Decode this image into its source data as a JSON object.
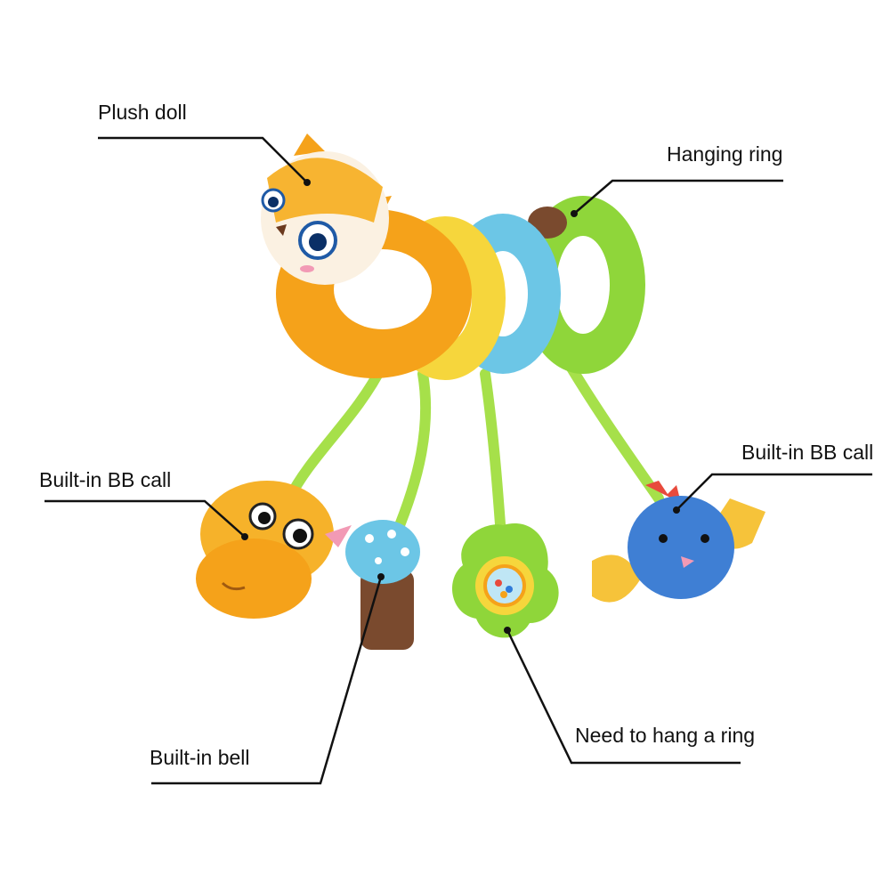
{
  "annotations": [
    {
      "id": "plush-doll",
      "text": "Plush doll"
    },
    {
      "id": "hanging-ring",
      "text": "Hanging ring"
    },
    {
      "id": "builtin-bb-call-left",
      "text": "Built-in BB call"
    },
    {
      "id": "builtin-bb-call-right",
      "text": "Built-in BB call"
    },
    {
      "id": "builtin-bell",
      "text": "Built-in bell"
    },
    {
      "id": "need-to-hang-ring",
      "text": "Need to hang a ring"
    }
  ],
  "colors": {
    "background": "#ffffff",
    "orange": "#f5a21a",
    "yellow": "#f6d63c",
    "blue": "#6cc6e6",
    "green": "#8fd63a",
    "brown": "#7a4a2e",
    "leader_line": "#111111"
  }
}
